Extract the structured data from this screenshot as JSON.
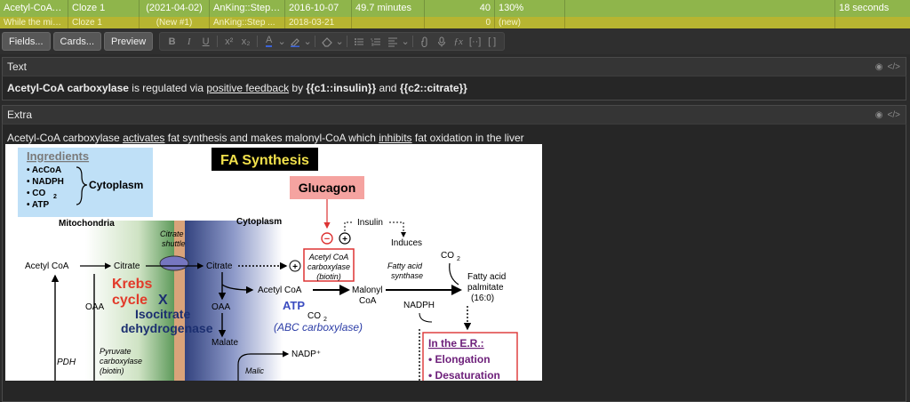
{
  "browser_rows": [
    {
      "sort_field": "Acetyl-CoA car...",
      "card": "Cloze 1",
      "due": "(2021-04-02)",
      "deck": "AnKing::Step ...",
      "created": "2016-10-07",
      "interval": "49.7 minutes",
      "reviews": "40",
      "ease": "130%",
      "time": "18 seconds"
    },
    {
      "sort_field": "While the midd...",
      "card": "Cloze 1",
      "due": "(New #1)",
      "deck": "AnKing::Step ...",
      "created": "2018-03-21",
      "interval": "",
      "reviews": "0",
      "ease": "(new)",
      "time": ""
    }
  ],
  "toolbar": {
    "fields_label": "Fields...",
    "cards_label": "Cards...",
    "preview_label": "Preview"
  },
  "fields": {
    "text": {
      "name": "Text",
      "parts": [
        "Acetyl-CoA carboxylase",
        " is regulated via ",
        "positive feedback",
        " by ",
        "{{c1::insulin}}",
        " and ",
        "{{c2::citrate}}"
      ]
    },
    "extra": {
      "name": "Extra",
      "parts": [
        "Acetyl-CoA carboxylase ",
        "activates",
        " fat synthesis and makes malonyl-CoA which ",
        "inhibits",
        " fat oxidation in the liver"
      ]
    }
  },
  "diagram": {
    "ingredients_title": "Ingredients",
    "ingredients": [
      "• AcCoA",
      "• NADPH",
      "• CO",
      "• ATP"
    ],
    "cytoplasm_box": "Cytoplasm",
    "title": "FA Synthesis",
    "glucagon": "Glucagon",
    "mitochondria": "Mitochondria",
    "cytoplasm": "Cytoplasm",
    "citrate_shuttle": [
      "Citrate",
      "shuttle"
    ],
    "insulin": "Insulin",
    "induces": "Induces",
    "acetyl_coa_left": "Acetyl CoA",
    "citrate_left": "Citrate",
    "citrate_right": "Citrate",
    "acc_box": [
      "Acetyl CoA",
      "carboxylase",
      "(biotin)"
    ],
    "fas": [
      "Fatty acid",
      "synthase"
    ],
    "co2_top": "CO",
    "fa_palmitate": [
      "Fatty acid",
      "palmitate",
      "(16:0)"
    ],
    "krebs": [
      "Krebs",
      "cycle"
    ],
    "x_mark": "X",
    "isocitrate": [
      "Isocitrate",
      "dehydrogenase"
    ],
    "oaa_left": "OAA",
    "oaa_right": "OAA",
    "acetyl_coa_mid": "Acetyl CoA",
    "malonyl": [
      "Malonyl",
      "CoA"
    ],
    "nadph": "NADPH",
    "atp": "ATP",
    "co2_mid": "CO",
    "abc": "(ABC carboxylase)",
    "malate": "Malate",
    "nadp": "NADP⁺",
    "malic": "Malic",
    "pdh": "PDH",
    "pyruvate": [
      "Pyruvate",
      "carboxylase",
      "(biotin)"
    ],
    "er_title": "In the E.R.:",
    "er_items": [
      "• Elongation",
      "• Desaturation"
    ]
  },
  "colors": {
    "selected_row": "#8fb54b",
    "next_row": "#b7b531",
    "background": "#2b2b2b"
  }
}
